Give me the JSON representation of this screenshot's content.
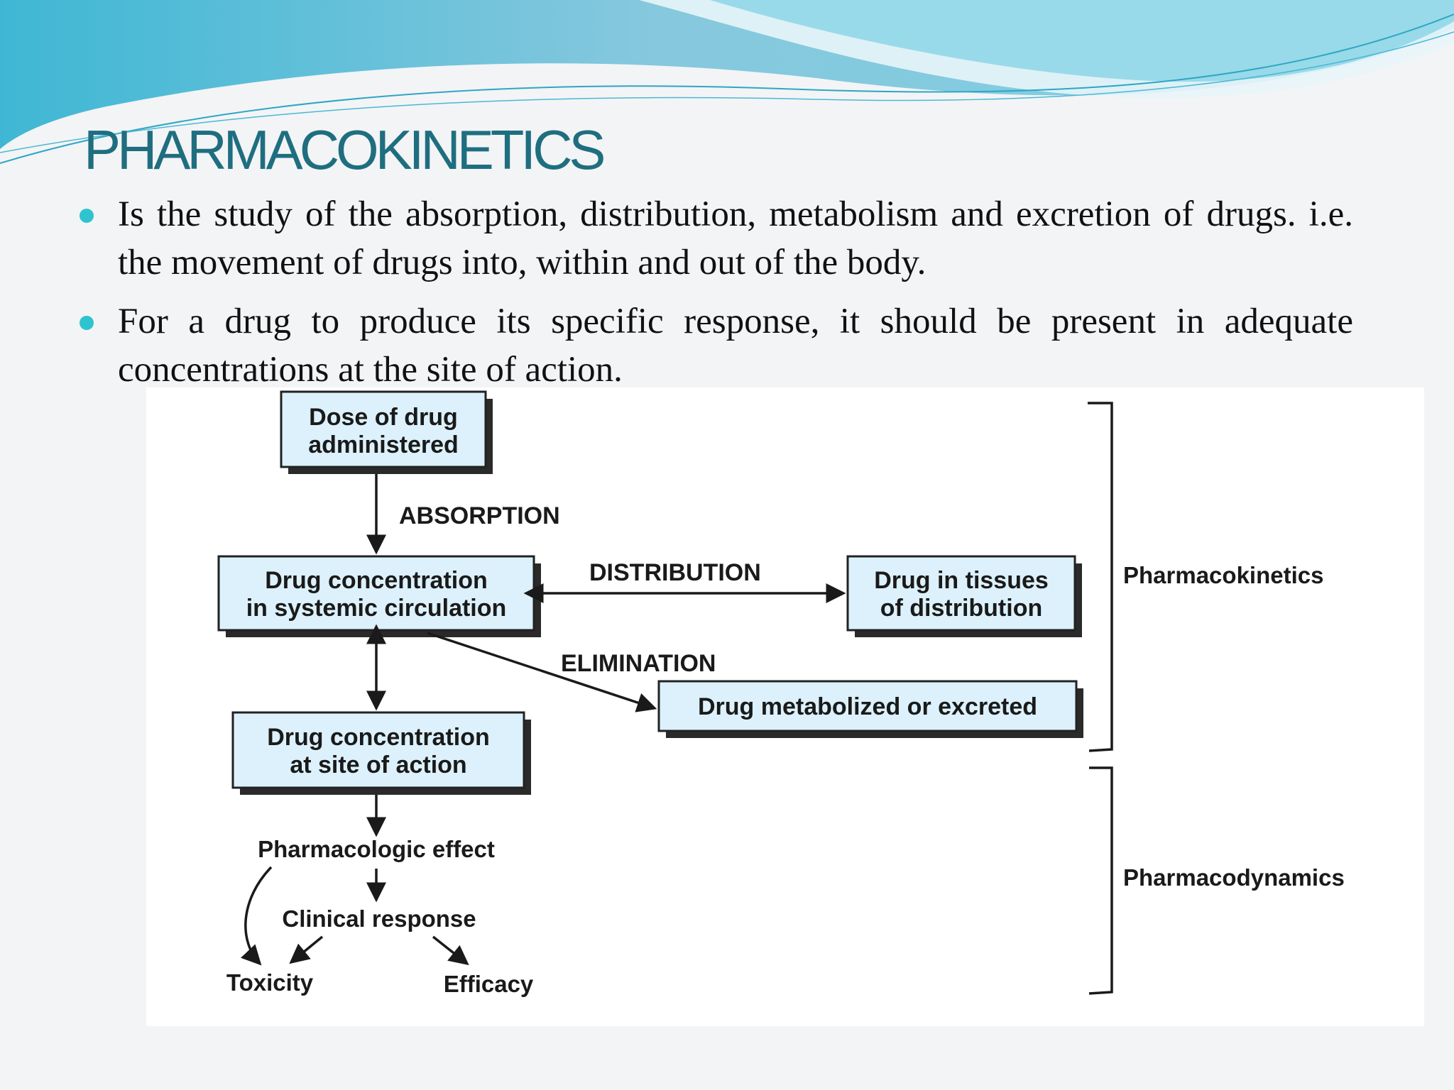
{
  "slide": {
    "title": "PHARMACOKINETICS",
    "bullets": [
      {
        "text": "Is the study of the absorption, distribution, metabolism and excretion of drugs. i.e. the movement of drugs into, within and out of the body."
      },
      {
        "text": "For a drug to produce its specific response, it should be present in adequate concentrations at the site of action."
      }
    ]
  },
  "diagram": {
    "boxes": {
      "dose": [
        "Dose of drug",
        "administered"
      ],
      "systemic": [
        "Drug concentration",
        "in systemic circulation"
      ],
      "tissues": [
        "Drug in tissues",
        "of distribution"
      ],
      "metabolized": "Drug metabolized or excreted",
      "site": [
        "Drug concentration",
        "at site of action"
      ]
    },
    "process_labels": {
      "absorption": "ABSORPTION",
      "distribution": "DISTRIBUTION",
      "elimination": "ELIMINATION"
    },
    "effects": {
      "pharmacologic_effect": "Pharmacologic effect",
      "clinical_response": "Clinical response",
      "toxicity": "Toxicity",
      "efficacy": "Efficacy"
    },
    "brackets": {
      "pharmacokinetics": "Pharmacokinetics",
      "pharmacodynamics": "Pharmacodynamics"
    }
  },
  "colors": {
    "title": "#1f6e80",
    "bullet_dot": "#2fc3cf",
    "box_fill": "#dcf1fb",
    "wave_dark": "#5bbcd6",
    "wave_light": "#a7dcea"
  }
}
